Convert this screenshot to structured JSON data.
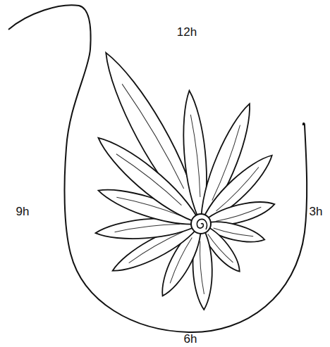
{
  "diagram": {
    "labels": [
      "12h",
      "9h",
      "3h",
      "6h"
    ]
  }
}
